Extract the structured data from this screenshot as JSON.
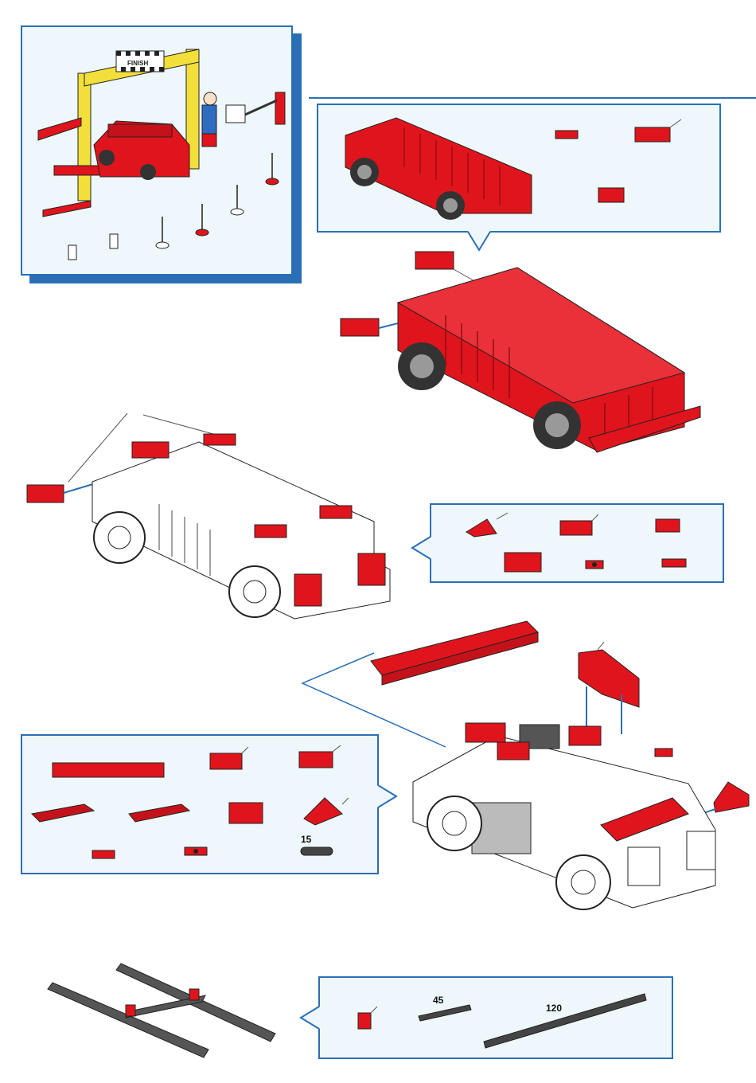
{
  "colors": {
    "brick_red": "#e0141c",
    "frame_blue": "#2a6fb5",
    "panel_bg": "#eef7fb",
    "yellow_frame": "#f2df3a",
    "axle_gray": "#555555"
  },
  "scene": {
    "banner_text": "FINISH"
  },
  "parts": {
    "spacer_15": "15",
    "strut_45": "45",
    "strut_120": "120"
  }
}
